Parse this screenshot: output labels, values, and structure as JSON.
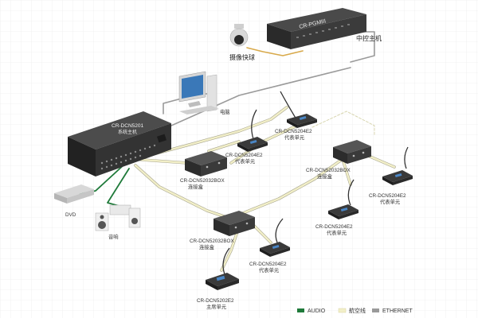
{
  "devices": {
    "main_host": {
      "model": "CR-DCN5201",
      "name": "系统主机"
    },
    "control_host": {
      "model": "CR-PGMIII",
      "name": "中控主机"
    },
    "camera": {
      "name": "摄像快球"
    },
    "computer": {
      "name": "电脑"
    },
    "dvd": {
      "name": "DVD"
    },
    "speaker": {
      "name": "音响"
    },
    "box1": {
      "model": "CR-DCN52032BOX",
      "name": "连接盒"
    },
    "box2": {
      "model": "CR-DCN52032BOX",
      "name": "连接盒"
    },
    "box3": {
      "model": "CR-DCN52032BOX",
      "name": "连接盒"
    },
    "unit_top": {
      "model": "CR-DCN5204E2",
      "name": "代表单元"
    },
    "unit_mid": {
      "model": "CR-DCN5204E2",
      "name": "代表单元"
    },
    "unit_right": {
      "model": "CR-DCN5204E2",
      "name": "代表单元"
    },
    "unit_rmid": {
      "model": "CR-DCN5204E2",
      "name": "代表单元"
    },
    "unit_low": {
      "model": "CR-DCN5204E2",
      "name": "代表单元"
    },
    "chairman": {
      "model": "CR-DCN5202E2",
      "name": "主席单元"
    }
  },
  "legend": {
    "audio": {
      "label": "AUDIO",
      "color": "#1f7a3a"
    },
    "aviation": {
      "label": "航空线",
      "color": "#f2efc8"
    },
    "ethernet": {
      "label": "ETHERNET",
      "color": "#9a9a9a"
    }
  },
  "colors": {
    "grid": "#e6e6e6",
    "cable_shadow": "#9a9a88",
    "device_dark": "#2b2b2b"
  }
}
